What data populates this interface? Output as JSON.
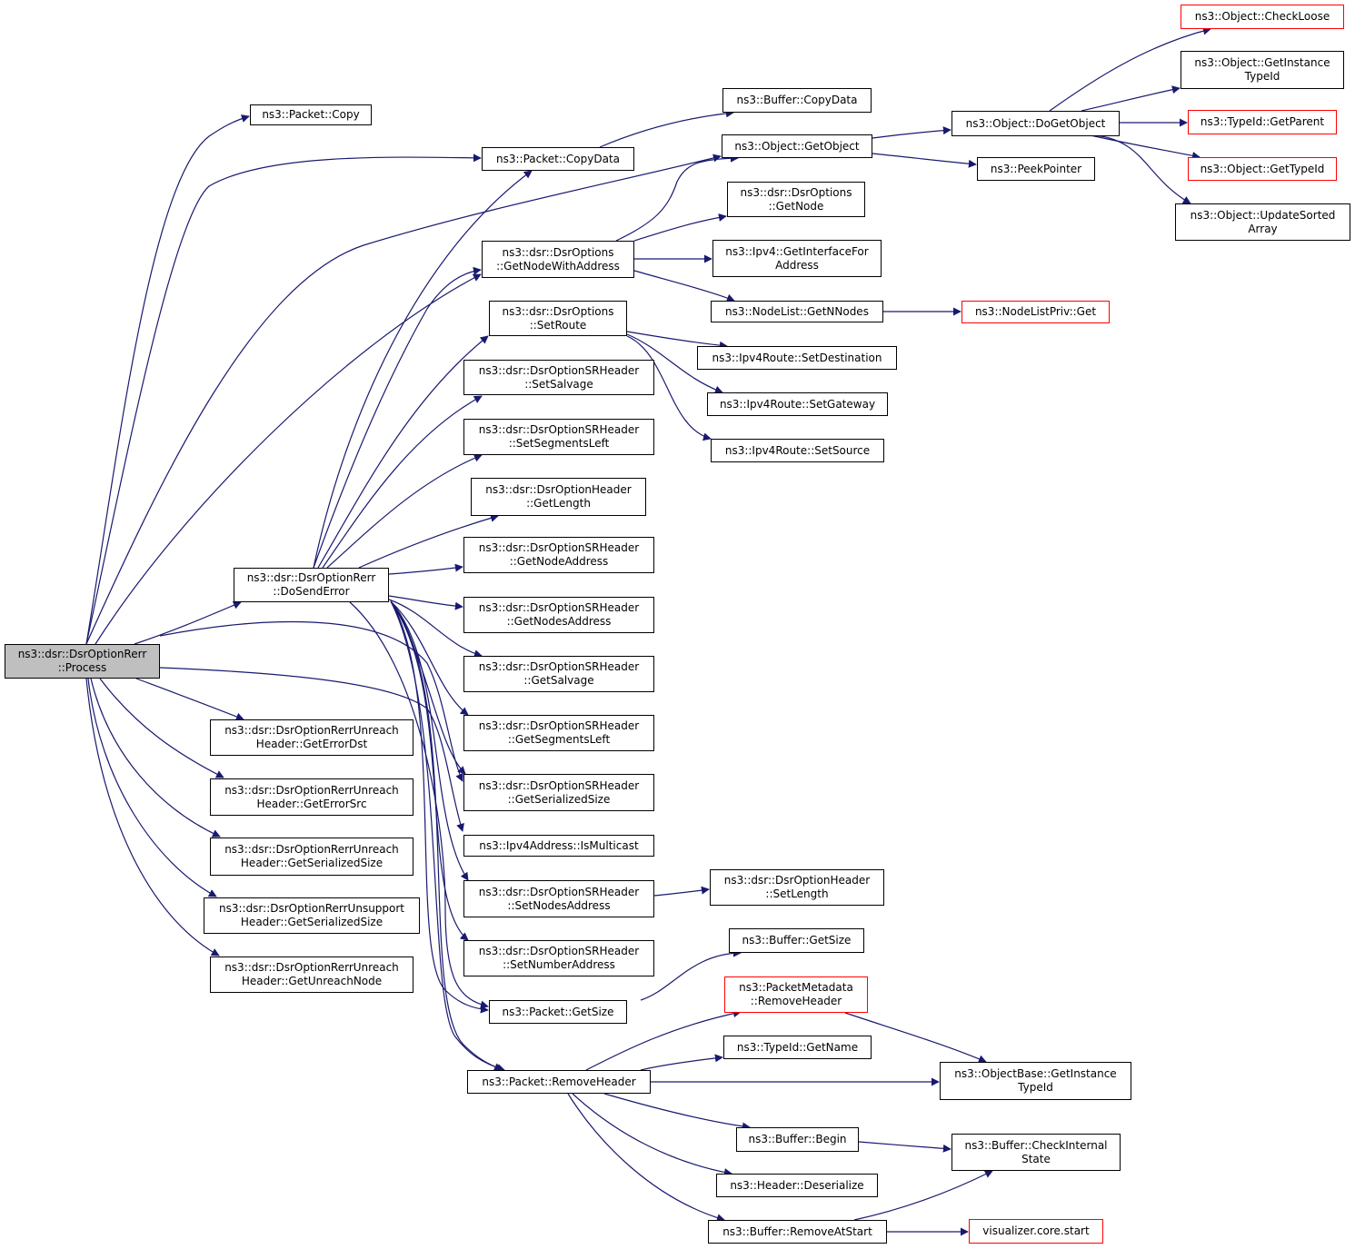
{
  "colors": {
    "edge": "#191970",
    "node_border": "#000000",
    "truncated_border": "#ff0000",
    "root_fill": "#bfbfbf"
  },
  "nodes": {
    "root": {
      "lines": [
        "ns3::dsr::DsrOptionRerr",
        "::Process"
      ]
    },
    "packet_copy": {
      "lines": [
        "ns3::Packet::Copy"
      ]
    },
    "packet_copydata": {
      "lines": [
        "ns3::Packet::CopyData"
      ]
    },
    "buffer_copydata": {
      "lines": [
        "ns3::Buffer::CopyData"
      ]
    },
    "object_getobject": {
      "lines": [
        "ns3::Object::GetObject"
      ]
    },
    "object_dogetobject": {
      "lines": [
        "ns3::Object::DoGetObject"
      ]
    },
    "object_checkloose": {
      "lines": [
        "ns3::Object::CheckLoose"
      ]
    },
    "object_getinstancetypeid": {
      "lines": [
        "ns3::Object::GetInstance",
        "TypeId"
      ]
    },
    "typeid_getparent": {
      "lines": [
        "ns3::TypeId::GetParent"
      ]
    },
    "object_gettypeid": {
      "lines": [
        "ns3::Object::GetTypeId"
      ]
    },
    "object_updatesortedarray": {
      "lines": [
        "ns3::Object::UpdateSorted",
        "Array"
      ]
    },
    "peekpointer": {
      "lines": [
        "ns3::PeekPointer"
      ]
    },
    "dsroptions_getnode": {
      "lines": [
        "ns3::dsr::DsrOptions",
        "::GetNode"
      ]
    },
    "dsroptions_getnodewithaddress": {
      "lines": [
        "ns3::dsr::DsrOptions",
        "::GetNodeWithAddress"
      ]
    },
    "ipv4_getinterfaceforaddress": {
      "lines": [
        "ns3::Ipv4::GetInterfaceFor",
        "Address"
      ]
    },
    "nodelist_getnnodes": {
      "lines": [
        "ns3::NodeList::GetNNodes"
      ]
    },
    "nodelistpriv_get": {
      "lines": [
        "ns3::NodeListPriv::Get"
      ]
    },
    "dsroptions_setroute": {
      "lines": [
        "ns3::dsr::DsrOptions",
        "::SetRoute"
      ]
    },
    "ipv4route_setdestination": {
      "lines": [
        "ns3::Ipv4Route::SetDestination"
      ]
    },
    "ipv4route_setgateway": {
      "lines": [
        "ns3::Ipv4Route::SetGateway"
      ]
    },
    "ipv4route_setsource": {
      "lines": [
        "ns3::Ipv4Route::SetSource"
      ]
    },
    "sr_setsalvage": {
      "lines": [
        "ns3::dsr::DsrOptionSRHeader",
        "::SetSalvage"
      ]
    },
    "sr_setsegmentsleft": {
      "lines": [
        "ns3::dsr::DsrOptionSRHeader",
        "::SetSegmentsLeft"
      ]
    },
    "dsroptionheader_getlength": {
      "lines": [
        "ns3::dsr::DsrOptionHeader",
        "::GetLength"
      ]
    },
    "sr_getnodeaddress": {
      "lines": [
        "ns3::dsr::DsrOptionSRHeader",
        "::GetNodeAddress"
      ]
    },
    "sr_getnodesaddress": {
      "lines": [
        "ns3::dsr::DsrOptionSRHeader",
        "::GetNodesAddress"
      ]
    },
    "sr_getsalvage": {
      "lines": [
        "ns3::dsr::DsrOptionSRHeader",
        "::GetSalvage"
      ]
    },
    "sr_getsegmentsleft": {
      "lines": [
        "ns3::dsr::DsrOptionSRHeader",
        "::GetSegmentsLeft"
      ]
    },
    "sr_getserializedsize": {
      "lines": [
        "ns3::dsr::DsrOptionSRHeader",
        "::GetSerializedSize"
      ]
    },
    "ipv4address_ismulticast": {
      "lines": [
        "ns3::Ipv4Address::IsMulticast"
      ]
    },
    "sr_setnodesaddress": {
      "lines": [
        "ns3::dsr::DsrOptionSRHeader",
        "::SetNodesAddress"
      ]
    },
    "dsroptionheader_setlength": {
      "lines": [
        "ns3::dsr::DsrOptionHeader",
        "::SetLength"
      ]
    },
    "sr_setnumberaddress": {
      "lines": [
        "ns3::dsr::DsrOptionSRHeader",
        "::SetNumberAddress"
      ]
    },
    "buffer_getsize": {
      "lines": [
        "ns3::Buffer::GetSize"
      ]
    },
    "packet_getsize": {
      "lines": [
        "ns3::Packet::GetSize"
      ]
    },
    "packetmetadata_removeheader": {
      "lines": [
        "ns3::PacketMetadata",
        "::RemoveHeader"
      ]
    },
    "typeid_getname": {
      "lines": [
        "ns3::TypeId::GetName"
      ]
    },
    "objectbase_getinstancetypeid": {
      "lines": [
        "ns3::ObjectBase::GetInstance",
        "TypeId"
      ]
    },
    "packet_removeheader": {
      "lines": [
        "ns3::Packet::RemoveHeader"
      ]
    },
    "buffer_begin": {
      "lines": [
        "ns3::Buffer::Begin"
      ]
    },
    "buffer_checkinternalstate": {
      "lines": [
        "ns3::Buffer::CheckInternal",
        "State"
      ]
    },
    "header_deserialize": {
      "lines": [
        "ns3::Header::Deserialize"
      ]
    },
    "buffer_removeatstart": {
      "lines": [
        "ns3::Buffer::RemoveAtStart"
      ]
    },
    "visualizer_core_start": {
      "lines": [
        "visualizer.core.start"
      ]
    },
    "dosenderror": {
      "lines": [
        "ns3::dsr::DsrOptionRerr",
        "::DoSendError"
      ]
    },
    "unreach_geterrordst": {
      "lines": [
        "ns3::dsr::DsrOptionRerrUnreach",
        "Header::GetErrorDst"
      ]
    },
    "unreach_geterrorsrc": {
      "lines": [
        "ns3::dsr::DsrOptionRerrUnreach",
        "Header::GetErrorSrc"
      ]
    },
    "unreach_getserializedsize": {
      "lines": [
        "ns3::dsr::DsrOptionRerrUnreach",
        "Header::GetSerializedSize"
      ]
    },
    "unsupport_getserializedsize": {
      "lines": [
        "ns3::dsr::DsrOptionRerrUnsupport",
        "Header::GetSerializedSize"
      ]
    },
    "unreach_getunreachnode": {
      "lines": [
        "ns3::dsr::DsrOptionRerrUnreach",
        "Header::GetUnreachNode"
      ]
    }
  }
}
